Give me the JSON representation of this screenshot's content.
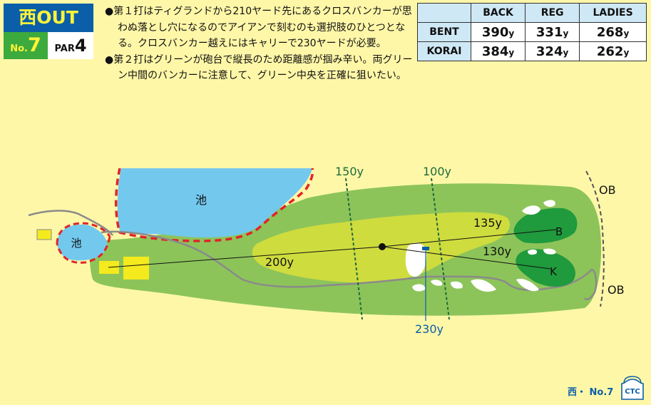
{
  "badge": {
    "course": "西OUT",
    "no_prefix": "No.",
    "no_value": "7",
    "par_prefix": "PAR",
    "par_value": "4"
  },
  "description": {
    "bullet": "●",
    "paragraphs": [
      "第１打はティグランドから210ヤード先にあるクロスバンカーが思わぬ落とし穴になるのでアイアンで刻むのも選択肢のひとつとなる。クロスバンカー越えにはキャリーで230ヤードが必要。",
      "第２打はグリーンが砲台で縦長のため距離感が掴み辛い。両グリーン中間のバンカーに注意して、グリーン中央を正確に狙いたい。"
    ]
  },
  "yardage": {
    "headers": [
      "",
      "BACK",
      "REG",
      "LADIES"
    ],
    "unit": "y",
    "rows": [
      {
        "label": "BENT",
        "values": [
          "390",
          "331",
          "268"
        ]
      },
      {
        "label": "KORAI",
        "values": [
          "384",
          "324",
          "262"
        ]
      }
    ]
  },
  "map": {
    "pond_label": "池",
    "small_pond_label": "池",
    "marker_150": "150y",
    "marker_100": "100y",
    "dist_200": "200y",
    "dist_135": "135y",
    "dist_130": "130y",
    "dist_230": "230y",
    "green_b": "B",
    "green_k": "K",
    "ob_top": "OB",
    "ob_bottom": "OB"
  },
  "colors": {
    "badge_blue": "#0B5FA8",
    "badge_green": "#3DAA3D",
    "background": "#FFF7A8",
    "rough": "#8DC45A",
    "fairway": "#CFDC3E",
    "green": "#1F9A3C",
    "water": "#73C8EE",
    "hazard_line": "#E0242B"
  },
  "footer": {
    "text": "西・ No.7",
    "logo_text": "CTC"
  }
}
